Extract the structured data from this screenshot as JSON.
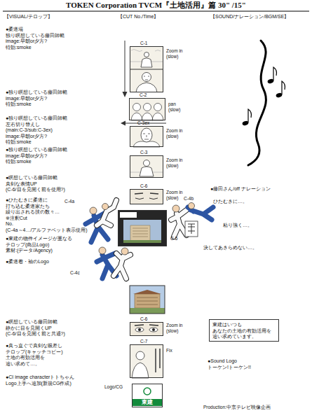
{
  "diagram": {
    "title": "TOKEN Corporation TVCM『土地活用』篇 30\" /15\"",
    "nodes": [
      {
        "text": [
          "C-1",
          "Zoom in (slow)"
        ]
      },
      {
        "text": [
          "C-2",
          "pan (slow)"
        ]
      },
      {
        "text": [
          "C-3ex",
          "Zoom in (slow)"
        ]
      },
      {
        "text": [
          "C-3",
          "Zoom in (slow)"
        ]
      },
      {
        "text": [
          "C-6",
          "Zoom in (slow)"
        ]
      },
      {
        "text": [
          "C-5"
        ]
      },
      {
        "text": [
          "C-6",
          "Zoom in (slow)"
        ]
      },
      {
        "text": [
          "東建はいつも あなたの土地の有効活用を 追い求めています。"
        ]
      },
      {
        "text": [
          "C-7",
          "Fix"
        ]
      },
      {
        "text": [
          "Logo/CG",
          "東建"
        ]
      }
    ],
    "labels": [
      "【VISUAL/テロップ】",
      "【CUT No./Time】",
      "【SOUND/ナレーション/BGM/SE】",
      "●柔道場 独り瞑想している藤田師範 image:早朝or夕方? 特効:smoke",
      "●独り瞑想している藤田師範 image:早朝or夕方? 特効:smoke",
      "●独り瞑想している藤田師範 左右切り替えし (main:C-3/sub:C-3ex) image:早朝or夕方? 特効:smoke",
      "●独り瞑想している藤田師範 image:早朝or夕方? 特効:smoke",
      "●瞑想している藤田師範 真剣な表情UP (C-6/目を見開く前を使用?)",
      "●ひたむきに柔道に 打ち込む柔道家たち 繰り出される技の数々… ※注釈Cut No. (C-4a～4…/アルファベット表示使用)",
      "●東建の物件イメージが重なる テロップ(商品Logo) 素材:(データ/Agency)",
      "●柔道着・袖のLogo",
      "●瞑想している藤田師範 静かに目を見開くUP (C-6/目を見開く前と共通?)",
      "●真っ直ぐで真剣な眼差し テロップ(キャッチコピー) 土地の有効活用を 追い求めて…。",
      "●CI image characterトトちゃん Logo上手へ追加(新規CG作成)",
      "C-4a",
      "C-4b",
      "C-4c",
      "●藤田さん/off ナレーション",
      "ひたむきに…。",
      "粘り強く…。",
      "決してあきらめない…。",
      "●Sound Logo トーケン!トーケン!!",
      "Production:中京テレビ映像企画"
    ]
  }
}
